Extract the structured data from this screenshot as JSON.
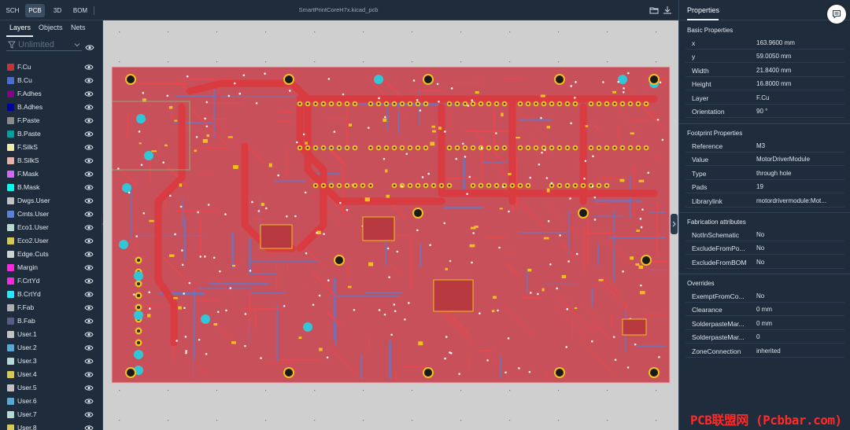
{
  "topbar": {
    "tabs": [
      {
        "label": "SCH"
      },
      {
        "label": "PCB"
      },
      {
        "label": "3D"
      },
      {
        "label": "BOM"
      }
    ],
    "filename": "SmartPrintCoreH7x.kicad_pcb",
    "icons": [
      "folder-open-icon",
      "download-icon"
    ]
  },
  "left_panel": {
    "tabs": [
      {
        "label": "Layers"
      },
      {
        "label": "Objects"
      },
      {
        "label": "Nets"
      }
    ],
    "filter": {
      "placeholder": "Unlimited"
    },
    "layers": [
      {
        "name": "F.Cu",
        "color": "#c83232"
      },
      {
        "name": "B.Cu",
        "color": "#4a6ed0"
      },
      {
        "name": "F.Adhes",
        "color": "#84008a"
      },
      {
        "name": "B.Adhes",
        "color": "#0000a0"
      },
      {
        "name": "F.Paste",
        "color": "#8a8a8a"
      },
      {
        "name": "B.Paste",
        "color": "#00a0a0"
      },
      {
        "name": "F.SilkS",
        "color": "#f2eda1"
      },
      {
        "name": "B.SilkS",
        "color": "#e8b2a7"
      },
      {
        "name": "F.Mask",
        "color": "#d864ff"
      },
      {
        "name": "B.Mask",
        "color": "#02ffee"
      },
      {
        "name": "Dwgs.User",
        "color": "#c2c2c2"
      },
      {
        "name": "Cmts.User",
        "color": "#5983d8"
      },
      {
        "name": "Eco1.User",
        "color": "#b4dbd2"
      },
      {
        "name": "Eco2.User",
        "color": "#d8c852"
      },
      {
        "name": "Edge.Cuts",
        "color": "#d0d2cd"
      },
      {
        "name": "Margin",
        "color": "#ff26e2"
      },
      {
        "name": "F.CrtYd",
        "color": "#ff26e2"
      },
      {
        "name": "B.CrtYd",
        "color": "#26e9ff"
      },
      {
        "name": "F.Fab",
        "color": "#afafaf"
      },
      {
        "name": "B.Fab",
        "color": "#585d84"
      },
      {
        "name": "User.1",
        "color": "#c2c2c2"
      },
      {
        "name": "User.2",
        "color": "#59a9d8"
      },
      {
        "name": "User.3",
        "color": "#b4dbd2"
      },
      {
        "name": "User.4",
        "color": "#d8c852"
      },
      {
        "name": "User.5",
        "color": "#c2c2c2"
      },
      {
        "name": "User.6",
        "color": "#59a9d8"
      },
      {
        "name": "User.7",
        "color": "#b4dbd2"
      },
      {
        "name": "User.8",
        "color": "#d8c852"
      }
    ]
  },
  "canvas": {
    "colors": {
      "background": "#cfcfcf",
      "board": "#c8505a",
      "copper": "#d93b41",
      "backcopper": "#5a7bd0",
      "pad": "#f0c020",
      "via": "#f4f4f4",
      "mounting": "#1a1a1a",
      "cyan": "#33c6d6"
    }
  },
  "right_panel": {
    "tab": "Properties",
    "sections": [
      {
        "title": "Basic Properties",
        "rows": [
          {
            "key": "x",
            "value": "163.9600 mm"
          },
          {
            "key": "y",
            "value": "59.0050 mm"
          },
          {
            "key": "Width",
            "value": "21.8400 mm"
          },
          {
            "key": "Height",
            "value": "16.8000 mm"
          },
          {
            "key": "Layer",
            "value": "F.Cu"
          },
          {
            "key": "Orientation",
            "value": "90 °"
          }
        ]
      },
      {
        "title": "Footprint Properties",
        "rows": [
          {
            "key": "Reference",
            "value": "M3"
          },
          {
            "key": "Value",
            "value": "MotorDriverModule"
          },
          {
            "key": "Type",
            "value": "through hole"
          },
          {
            "key": "Pads",
            "value": "19"
          },
          {
            "key": "Librarylink",
            "value": "motordrivermodule:Mot..."
          }
        ]
      },
      {
        "title": "Fabrication attributes",
        "rows": [
          {
            "key": "NotInSchematic",
            "value": "No"
          },
          {
            "key": "ExcludeFromPo...",
            "value": "No"
          },
          {
            "key": "ExcludeFromBOM",
            "value": "No"
          }
        ]
      },
      {
        "title": "Overrides",
        "rows": [
          {
            "key": "ExemptFromCo...",
            "value": "No"
          },
          {
            "key": "Clearance",
            "value": "0 mm"
          },
          {
            "key": "SolderpasteMar...",
            "value": "0 mm"
          },
          {
            "key": "SolderpasteMar...",
            "value": "0"
          },
          {
            "key": "ZoneConnection",
            "value": "inherited"
          }
        ]
      }
    ]
  },
  "watermark": "PCB联盟网 (Pcbbar.com)"
}
